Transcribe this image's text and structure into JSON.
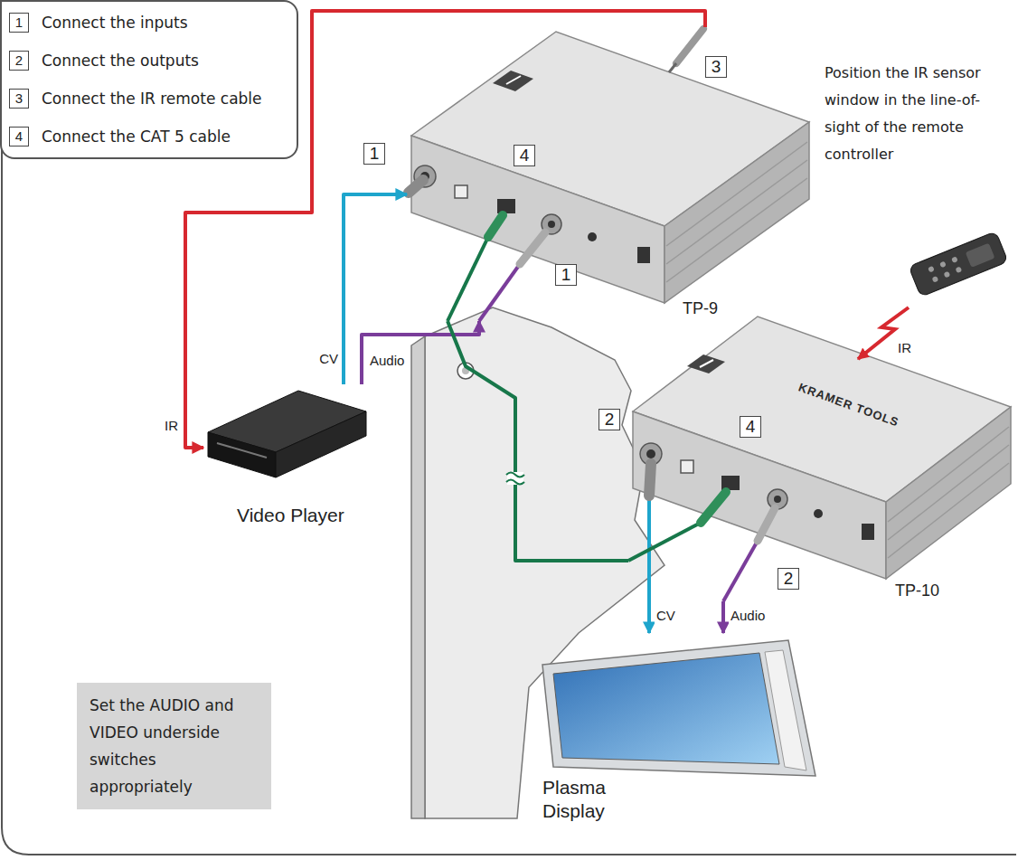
{
  "diagram": {
    "nodes": [
      {
        "text": [
          "1",
          "Connect the inputs",
          "2",
          "Connect the outputs",
          "3",
          "Connect the IR remote cable",
          "4",
          "Connect the CAT 5 cable"
        ]
      },
      {
        "text": [
          "TP-9"
        ]
      },
      {
        "text": [
          "Video Player"
        ]
      },
      {
        "text": [
          "TP-10",
          "KRAMER TOOLS"
        ]
      },
      {
        "text": [
          "Set the AUDIO and VIDEO underside switches appropriately"
        ]
      },
      {
        "text": [
          "Plasma Display"
        ]
      }
    ],
    "edges": [
      {
        "from": 2,
        "to": 1,
        "arrow": "to",
        "label": "CV"
      },
      {
        "from": 2,
        "to": 1,
        "arrow": "to",
        "label": "Audio"
      },
      {
        "from": 1,
        "to": 2,
        "arrow": "to",
        "label": "IR"
      },
      {
        "from": 1,
        "to": 3,
        "arrow": "none"
      },
      {
        "from": 3,
        "to": 5,
        "arrow": "to",
        "label": "CV"
      },
      {
        "from": 3,
        "to": 5,
        "arrow": "to",
        "label": "Audio"
      }
    ],
    "labels": [
      "3",
      "1",
      "4",
      "1",
      "Position the IR sensor window in the line-of-sight of the remote controller",
      "IR",
      "2",
      "4",
      "2"
    ]
  }
}
